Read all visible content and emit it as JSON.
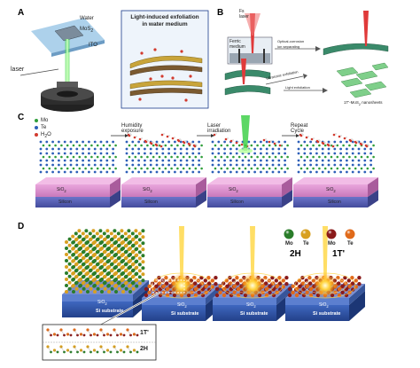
{
  "panels": {
    "a": {
      "letter": "A",
      "water": "Water",
      "mos2": "MoS",
      "mos2_sub": "2",
      "ito": "ITO",
      "laser": "laser",
      "title_line1": "Light-induced exfoliation",
      "title_line2": "in water medium"
    },
    "b": {
      "letter": "B",
      "fs_line1": "Fs",
      "fs_line2": "laser",
      "ferric_line1": "Ferric",
      "ferric_line2": "medium",
      "step_oxidation_1": "Optical-corrosion",
      "step_oxidation_2": "ion separating",
      "step_ultrasonic": "Ultrasonic exfoliation",
      "step_light": "Light exfoliation",
      "product": "1T'-MoS",
      "product_sub": "2",
      "product_tail": " nanosheets"
    },
    "c": {
      "letter": "C",
      "legend_mo": "Mo",
      "legend_te": "Te",
      "legend_h2o_prefix": "H",
      "legend_h2o_sub": "2",
      "legend_h2o_suffix": "O",
      "step1_line1": "Humidity",
      "step1_line2": "exposure",
      "step2_line1": "Laser",
      "step2_line2": "irradiation",
      "step3_line1": "Repeat",
      "step3_line2": "Cycle",
      "sio2": "SiO",
      "sio2_sub": "2",
      "silicon": "Silicon"
    },
    "d": {
      "letter": "D",
      "mo": "Mo",
      "te": "Te",
      "phase_2h": "2H",
      "phase_1t": "1T'",
      "sio2": "SiO",
      "sio2_sub": "2",
      "si_substrate": "Si substrate",
      "inset_1t": "1T'",
      "inset_2h": "2H"
    }
  },
  "colors": {
    "mo": "#2f9e3a",
    "te": "#2d5fb8",
    "h2o": "#d23b2f",
    "sio2": "#d98acb",
    "silicon": "#5a62b8",
    "d_mo_2h": "#2a7d2a",
    "d_te_2h": "#d8a020",
    "d_mo_1t": "#8a1a1a",
    "d_te_1t": "#e06a1a",
    "d_substrate": "#2e57a8",
    "laser_green": "#3fd04a"
  },
  "icons": [
    "laser-beam-icon",
    "arrow-right-icon",
    "glow-icon",
    "atom-sphere-icon"
  ]
}
